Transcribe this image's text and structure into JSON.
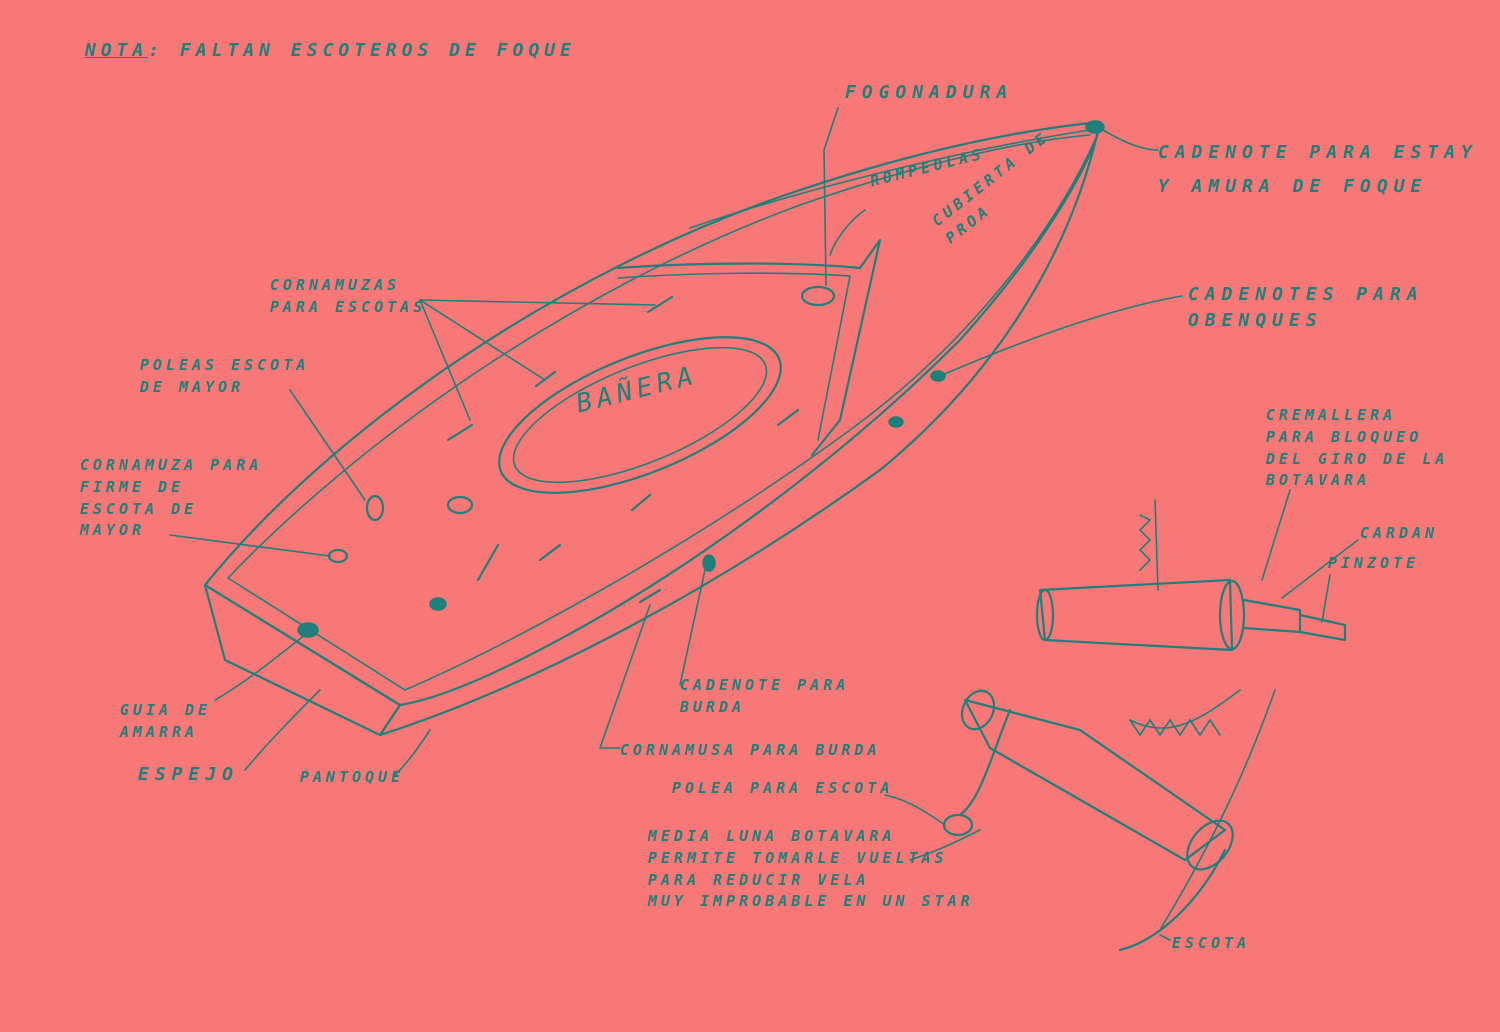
{
  "colors": {
    "paper": "#f87878",
    "ink": "#1f7f7a"
  },
  "note": {
    "heading": "NOTA",
    "text": ": FALTAN ESCOTEROS DE FOQUE"
  },
  "labels": {
    "fogonadura": "FOGONADURA",
    "cadenote_estay": "CADENOTE PARA ESTAY\nY AMURA DE FOQUE",
    "rompeolas": "ROMPEOLAS",
    "cubierta": "CUBIERTA DE\nPROA",
    "cornamuzas_escotas": "CORNAMUZAS\nPARA ESCOTAS",
    "cadenotes_obenques": "CADENOTES PARA\nOBENQUES",
    "poleas_escota_mayor": "POLEAS ESCOTA\nDE MAYOR",
    "banera": "BAÑERA",
    "cremallera": "CREMALLERA\nPARA BLOQUEO\nDEL GIRO DE LA\nBOTAVARA",
    "cornamuza_firme": "CORNAMUZA PARA\nFIRME DE\nESCOTA DE\nMAYOR",
    "cardan": "CARDAN",
    "pinzote": "PINZOTE",
    "guia_amarra": "GUIA DE\nAMARRA",
    "cadenote_burda": "CADENOTE PARA\nBURDA",
    "espejo": "ESPEJO",
    "pantoque": "PANTOQUE",
    "cornamusa_burda": "CORNAMUSA PARA BURDA",
    "polea_escota": "POLEA PARA ESCOTA",
    "media_luna": "MEDIA LUNA BOTAVARA\nPERMITE TOMARLE VUELTAS\nPARA REDUCIR VELA\nMUY IMPROBABLE EN UN STAR",
    "escota": "ESCOTA"
  }
}
